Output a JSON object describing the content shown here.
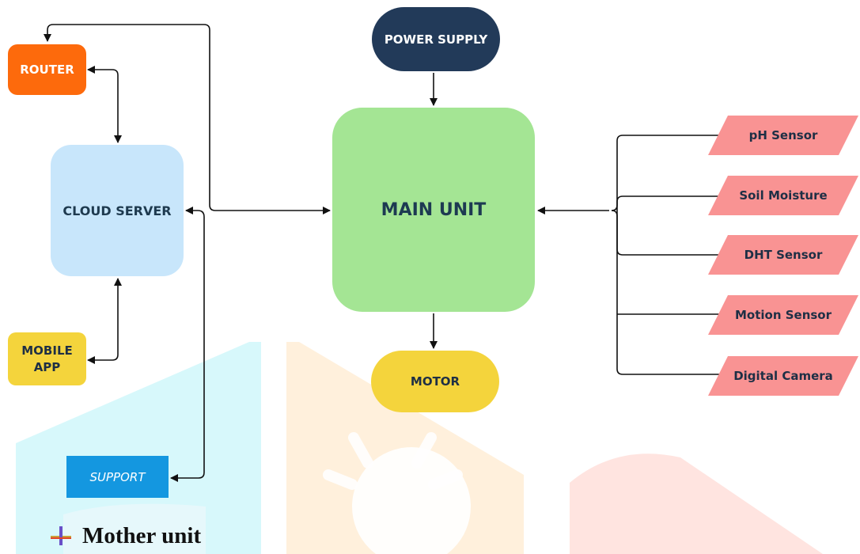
{
  "nodes": {
    "router": "ROUTER",
    "cloud_server": "CLOUD SERVER",
    "mobile_app_line1": "MOBILE",
    "mobile_app_line2": "APP",
    "support": "SUPPORT",
    "power_supply": "POWER SUPPLY",
    "main_unit": "MAIN UNIT",
    "motor": "MOTOR"
  },
  "sensors": [
    "pH Sensor",
    "Soil Moisture",
    "DHT Sensor",
    "Motion Sensor",
    "Digital Camera"
  ],
  "caption": "Mother unit",
  "colors": {
    "router": "#fd6a0c",
    "cloud_server": "#c8e6fb",
    "mobile_app": "#f4d43c",
    "support": "#1497e0",
    "power_supply": "#223a59",
    "main_unit": "#a4e594",
    "motor": "#f4d43c",
    "sensor": "#f99393",
    "connector": "#111111"
  }
}
